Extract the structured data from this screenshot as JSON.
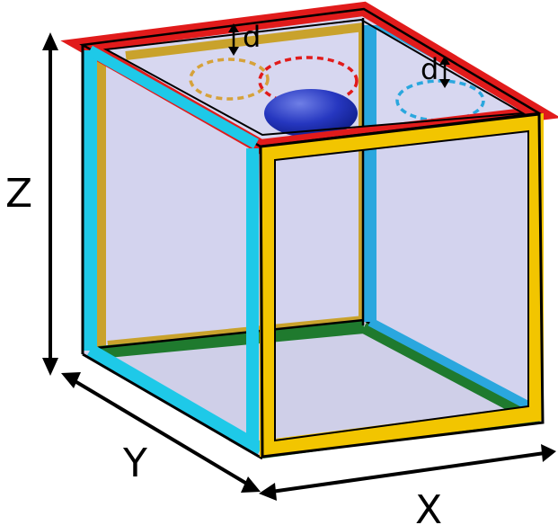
{
  "labels": {
    "z_axis": "Z",
    "y_axis": "Y",
    "x_axis": "X",
    "gap_top": "d",
    "gap_side": "d"
  },
  "colors": {
    "face_fill": "#d3d3ee",
    "front_frame": "#f2c500",
    "back_frame": "#c9a22c",
    "left_frame": "#1ec9e8",
    "top_frame": "#e11b1b",
    "right_frame": "#2aa7de",
    "bottom_frame": "#1f7a2e",
    "outline": "#000000",
    "particle": "#1f33b8",
    "ring_orange": "#d6a23a",
    "ring_red": "#e11b1b",
    "ring_blue": "#2aa7de"
  }
}
